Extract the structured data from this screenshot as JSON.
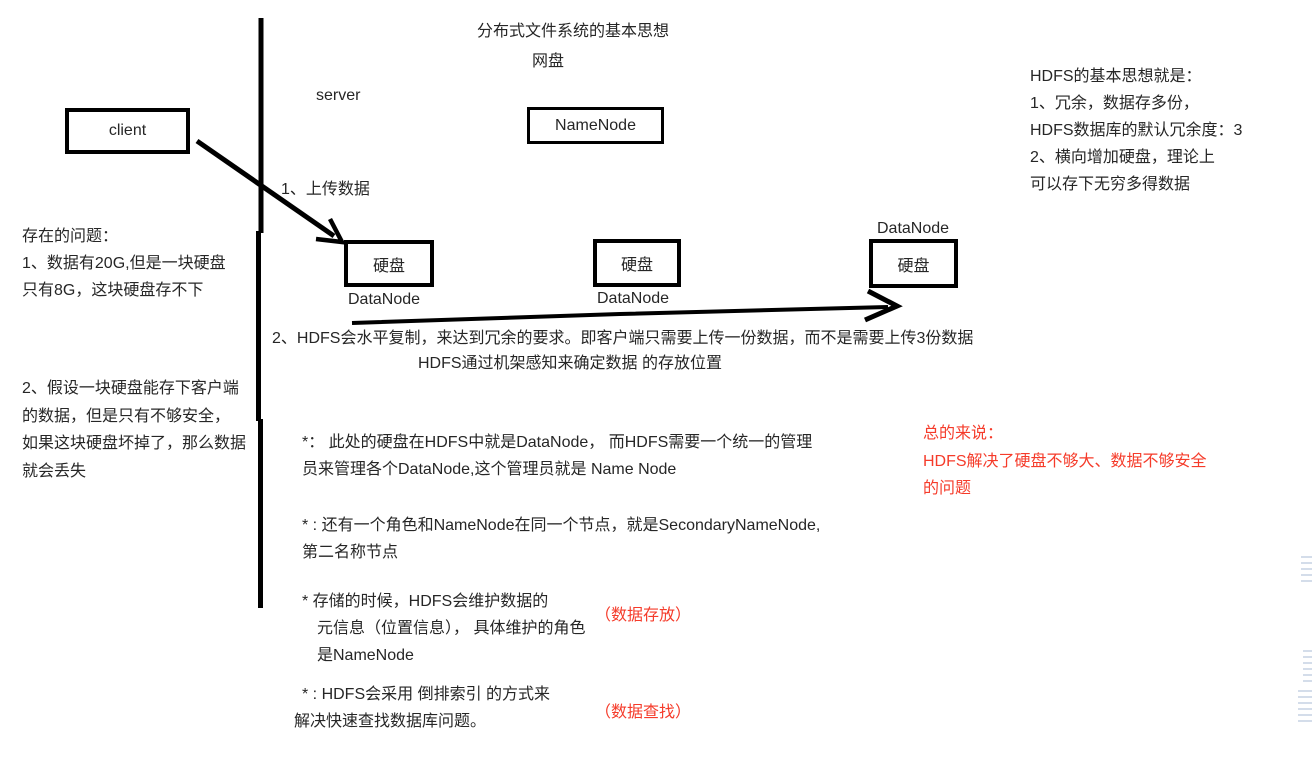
{
  "title": "分布式文件系统的基本思想",
  "subtitle": "网盘",
  "labels": {
    "server": "server",
    "client": "client",
    "namenode": "NameNode",
    "upload_step": "1、上传数据",
    "disk": "硬盘",
    "datanode": "DataNode"
  },
  "left_notes": {
    "problems_title": "存在的问题：",
    "problem1": [
      "1、数据有20G,但是一块硬盘",
      "只有8G，这块硬盘存不下"
    ],
    "problem2": [
      "2、假设一块硬盘能存下客户端",
      "的数据，但是只有不够安全，",
      "如果这块硬盘坏掉了，那么数据",
      "就会丢失"
    ]
  },
  "right_notes": {
    "lines": [
      "HDFS的基本思想就是：",
      "1、冗余，数据存多份，",
      "HDFS数据库的默认冗余度：3",
      "2、横向增加硬盘，理论上",
      "可以存下无穷多得数据"
    ]
  },
  "replication_note": {
    "line1": "2、HDFS会水平复制，来达到冗余的要求。即客户端只需要上传一份数据，而不是需要上传3份数据",
    "line2": "HDFS通过机架感知来确定数据 的存放位置"
  },
  "asterisk_notes": {
    "note1": [
      "*： 此处的硬盘在HDFS中就是DataNode， 而HDFS需要一个统一的管理",
      "员来管理各个DataNode,这个管理员就是   Name Node"
    ],
    "note2": [
      "* : 还有一个角色和NameNode在同一个节点，就是SecondaryNameNode,",
      "第二名称节点"
    ],
    "note3": [
      "*  存储的时候，HDFS会维护数据的",
      "元信息（位置信息）， 具体维护的角色",
      "是NameNode"
    ],
    "note4": [
      "* : HDFS会采用 倒排索引 的方式来",
      "解决快速查找数据库问题。"
    ]
  },
  "red_notes": {
    "summary": [
      "总的来说：",
      "HDFS解决了硬盘不够大、数据不够安全",
      "的问题"
    ],
    "storage_tag": "（数据存放）",
    "lookup_tag": "（数据查找）"
  },
  "colors": {
    "text": "#262626",
    "red": "#f53b2a",
    "line": "#000000",
    "background": "#ffffff",
    "edge_artifact": "#cdd7e6"
  }
}
